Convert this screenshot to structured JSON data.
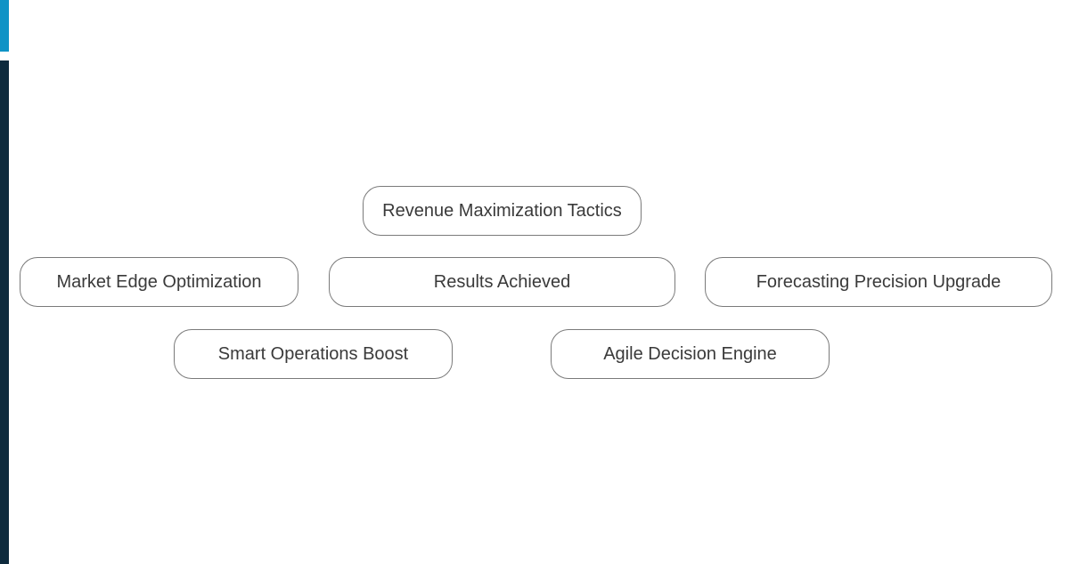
{
  "diagram": {
    "center": "Results Achieved",
    "nodes": {
      "top": "Revenue Maximization Tactics",
      "left": "Market Edge Optimization",
      "right": "Forecasting Precision Upgrade",
      "bottom_left": "Smart Operations Boost",
      "bottom_right": "Agile Decision Engine"
    }
  },
  "colors": {
    "accent_top": "#0e93c6",
    "accent_bottom": "#0d2a3d",
    "pill_border": "#7a7a7a",
    "text": "#3a3a3a"
  }
}
